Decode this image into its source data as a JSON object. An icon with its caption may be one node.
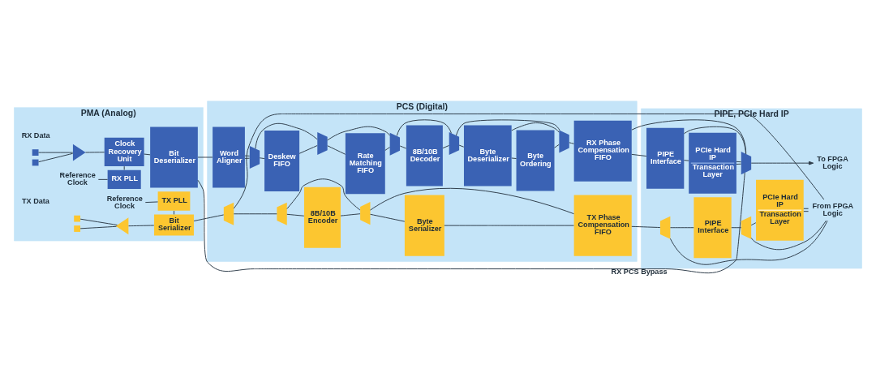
{
  "diagram": {
    "nodes": [
      {
        "text": [
          "PMA (Analog)"
        ]
      },
      {
        "text": [
          "PCS (Digital)"
        ]
      },
      {
        "text": [
          "PIPE, PCIe Hard IP"
        ]
      },
      {
        "text": [],
        "shape": "box",
        "in": 0
      },
      {
        "text": [],
        "shape": "box",
        "in": 0
      },
      {
        "text": [],
        "shape": "triangle",
        "in": 0
      },
      {
        "text": [
          "Clock Recovery Unit"
        ],
        "in": 0
      },
      {
        "text": [
          "Bit Deserializer"
        ],
        "in": 0
      },
      {
        "text": [
          "Reference Clock"
        ],
        "in": 0
      },
      {
        "text": [
          "RX PLL"
        ],
        "in": 0
      },
      {
        "text": [
          "Word Aligner"
        ],
        "in": 1
      },
      {
        "text": [],
        "shape": "trapezoid",
        "in": 1
      },
      {
        "text": [
          "Deskew FIFO"
        ],
        "in": 1
      },
      {
        "text": [],
        "shape": "trapezoid",
        "in": 1
      },
      {
        "text": [
          "Rate Matching FIFO"
        ],
        "in": 1
      },
      {
        "text": [],
        "shape": "trapezoid",
        "in": 1
      },
      {
        "text": [
          "8B/10B Decoder"
        ],
        "in": 1
      },
      {
        "text": [],
        "shape": "trapezoid",
        "in": 1
      },
      {
        "text": [
          "Byte Deserializer"
        ],
        "in": 1
      },
      {
        "text": [
          "Byte Ordering"
        ],
        "in": 1
      },
      {
        "text": [],
        "shape": "trapezoid",
        "in": 1
      },
      {
        "text": [
          "RX Phase Compensation FIFO"
        ],
        "in": 1
      },
      {
        "text": [
          "PIPE Interface"
        ],
        "in": 2
      },
      {
        "text": [
          "PCIe Hard IP",
          "Transaction Layer"
        ],
        "in": 2
      },
      {
        "text": [],
        "shape": "trapezoid",
        "in": 2
      },
      {
        "text": [
          "To FPGA Logic"
        ],
        "in": 2
      },
      {
        "text": [
          "Reference Clock"
        ],
        "in": 0
      },
      {
        "text": [
          "TX PLL"
        ],
        "in": 0
      },
      {
        "text": [],
        "shape": "box",
        "in": 0
      },
      {
        "text": [],
        "shape": "box",
        "in": 0
      },
      {
        "text": [],
        "shape": "triangle",
        "in": 0
      },
      {
        "text": [
          "Bit Serializer"
        ],
        "in": 0
      },
      {
        "text": [],
        "shape": "trapezoid",
        "in": 1
      },
      {
        "text": [],
        "shape": "trapezoid",
        "in": 1
      },
      {
        "text": [
          "8B/10B Encoder"
        ],
        "in": 1
      },
      {
        "text": [],
        "shape": "trapezoid",
        "in": 1
      },
      {
        "text": [
          "Byte Serializer"
        ],
        "in": 1
      },
      {
        "text": [
          "TX Phase Compensation FIFO"
        ],
        "in": 1
      },
      {
        "text": [],
        "shape": "trapezoid",
        "in": 2
      },
      {
        "text": [
          "PIPE Interface"
        ],
        "in": 2
      },
      {
        "text": [],
        "shape": "trapezoid",
        "in": 2
      },
      {
        "text": [
          "PCIe Hard IP",
          "Transaction Layer"
        ],
        "in": 2
      },
      {
        "text": [
          "From FPGA Logic"
        ],
        "in": 2
      }
    ],
    "edges": [
      {
        "from": 3,
        "to": 5,
        "arrow": "none"
      },
      {
        "from": 4,
        "to": 5,
        "arrow": "none"
      },
      {
        "from": 5,
        "to": 6,
        "arrow": "none"
      },
      {
        "from": 6,
        "to": 7,
        "arrow": "none"
      },
      {
        "from": 9,
        "to": 6,
        "arrow": "none"
      },
      {
        "from": 8,
        "to": 9,
        "arrow": "none"
      },
      {
        "from": 7,
        "to": 24,
        "arrow": "none",
        "label": "RX PCS Bypass"
      },
      {
        "from": 7,
        "to": 10,
        "arrow": "none"
      },
      {
        "from": 10,
        "to": 11,
        "arrow": "none"
      },
      {
        "from": 10,
        "to": 11,
        "arrow": "none"
      },
      {
        "from": 11,
        "to": 12,
        "arrow": "none"
      },
      {
        "from": 11,
        "to": 13,
        "arrow": "none"
      },
      {
        "from": 12,
        "to": 13,
        "arrow": "none"
      },
      {
        "from": 13,
        "to": 14,
        "arrow": "none"
      },
      {
        "from": 13,
        "to": 15,
        "arrow": "none"
      },
      {
        "from": 14,
        "to": 15,
        "arrow": "none"
      },
      {
        "from": 15,
        "to": 16,
        "arrow": "none"
      },
      {
        "from": 15,
        "to": 17,
        "arrow": "none"
      },
      {
        "from": 16,
        "to": 17,
        "arrow": "none"
      },
      {
        "from": 17,
        "to": 18,
        "arrow": "none"
      },
      {
        "from": 17,
        "to": 20,
        "arrow": "none"
      },
      {
        "from": 18,
        "to": 19,
        "arrow": "none"
      },
      {
        "from": 18,
        "to": 20,
        "arrow": "none"
      },
      {
        "from": 19,
        "to": 20,
        "arrow": "none"
      },
      {
        "from": 20,
        "to": 21,
        "arrow": "none"
      },
      {
        "from": 21,
        "to": 22,
        "arrow": "none"
      },
      {
        "from": 21,
        "to": 24,
        "arrow": "none"
      },
      {
        "from": 22,
        "to": 23,
        "arrow": "none"
      },
      {
        "from": 22,
        "to": 24,
        "arrow": "none"
      },
      {
        "from": 23,
        "to": 24,
        "arrow": "none"
      },
      {
        "from": 23,
        "to": 24,
        "arrow": "none"
      },
      {
        "from": 24,
        "to": 25,
        "arrow": "to"
      },
      {
        "from": 26,
        "to": 27,
        "arrow": "none"
      },
      {
        "from": 31,
        "to": 27,
        "arrow": "none"
      },
      {
        "from": 28,
        "to": 30,
        "arrow": "none"
      },
      {
        "from": 29,
        "to": 30,
        "arrow": "none"
      },
      {
        "from": 30,
        "to": 31,
        "arrow": "none"
      },
      {
        "from": 31,
        "to": 32,
        "arrow": "none"
      },
      {
        "from": 32,
        "to": 33,
        "arrow": "none"
      },
      {
        "from": 32,
        "to": 42,
        "arrow": "none"
      },
      {
        "from": 33,
        "to": 34,
        "arrow": "none"
      },
      {
        "from": 33,
        "to": 35,
        "arrow": "none"
      },
      {
        "from": 34,
        "to": 35,
        "arrow": "none"
      },
      {
        "from": 35,
        "to": 36,
        "arrow": "none"
      },
      {
        "from": 35,
        "to": 37,
        "arrow": "none"
      },
      {
        "from": 36,
        "to": 37,
        "arrow": "none"
      },
      {
        "from": 37,
        "to": 38,
        "arrow": "none"
      },
      {
        "from": 38,
        "to": 39,
        "arrow": "none"
      },
      {
        "from": 38,
        "to": 42,
        "arrow": "none"
      },
      {
        "from": 39,
        "to": 40,
        "arrow": "none"
      },
      {
        "from": 40,
        "to": 41,
        "arrow": "none"
      },
      {
        "from": 40,
        "to": 42,
        "arrow": "none"
      },
      {
        "from": 41,
        "to": 42,
        "arrow": "none"
      },
      {
        "from": 41,
        "to": 42,
        "arrow": "none"
      }
    ],
    "labels": [
      "RX Data",
      "TX Data"
    ]
  }
}
